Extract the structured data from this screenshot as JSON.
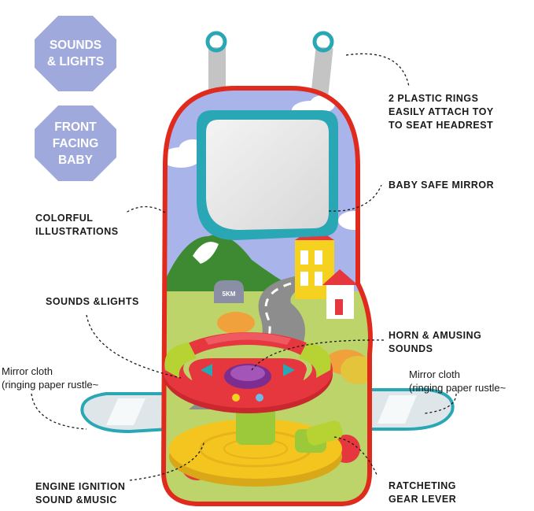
{
  "badges": [
    {
      "lines": [
        "SOUNDS",
        "& LIGHTS"
      ]
    },
    {
      "lines": [
        "FRONT",
        "FACING",
        "BABY"
      ]
    }
  ],
  "callouts": {
    "plastic_rings": [
      "2 PLASTIC RINGS",
      "EASILY ATTACH TOY",
      "TO SEAT HEADREST"
    ],
    "mirror": [
      "BABY SAFE MIRROR"
    ],
    "illustrations": [
      "COLORFUL",
      "ILLUSTRATIONS"
    ],
    "sounds_lights": [
      "SOUNDS &LIGHTS"
    ],
    "horn": [
      "HORN & AMUSING",
      "SOUNDS"
    ],
    "mirror_cloth_left": [
      "Mirror cloth",
      "(ringing paper rustle~"
    ],
    "mirror_cloth_right": [
      "Mirror cloth",
      "(ringing paper rustle~"
    ],
    "engine": [
      "ENGINE IGNITION",
      "SOUND &MUSIC"
    ],
    "gear": [
      "RATCHETING",
      "GEAR LEVER"
    ]
  },
  "sign_text": "5KM",
  "colors": {
    "badge": "#9fa9dc",
    "border": "#e02a1e",
    "sky": "#a9b4ea",
    "ring": "#29a7b5",
    "wheel_red": "#e5373d",
    "wheel_green": "#b6d333",
    "base_yellow": "#f5c51f",
    "road": "#8d8d8d",
    "hill": "#3d8a32"
  }
}
